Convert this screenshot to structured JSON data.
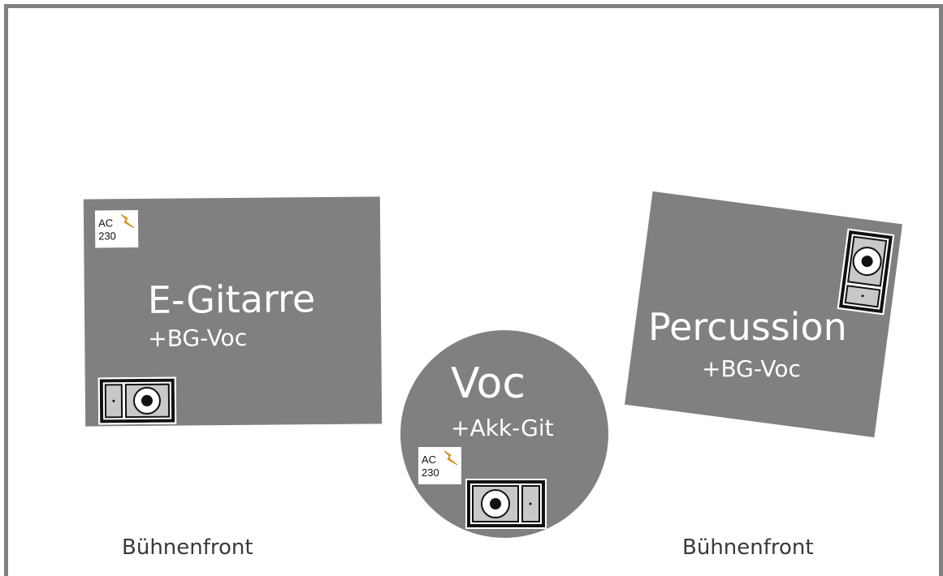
{
  "zones": {
    "egitarre": {
      "title": "E-Gitarre",
      "subtitle": "+BG-Voc"
    },
    "voc": {
      "title": "Voc",
      "subtitle": "+Akk-Git"
    },
    "percussion": {
      "title": "Percussion",
      "subtitle": "+BG-Voc"
    }
  },
  "power": {
    "line1": "AC",
    "line2": "230"
  },
  "front": {
    "left": "Bühnenfront",
    "right": "Bühnenfront"
  },
  "colors": {
    "zone": "#808080",
    "frame": "#808080",
    "bolt": "#f4a81d",
    "text": "#ffffff"
  },
  "icons": {
    "power": "lightning-bolt-icon",
    "amp": "speaker-cabinet-icon"
  }
}
